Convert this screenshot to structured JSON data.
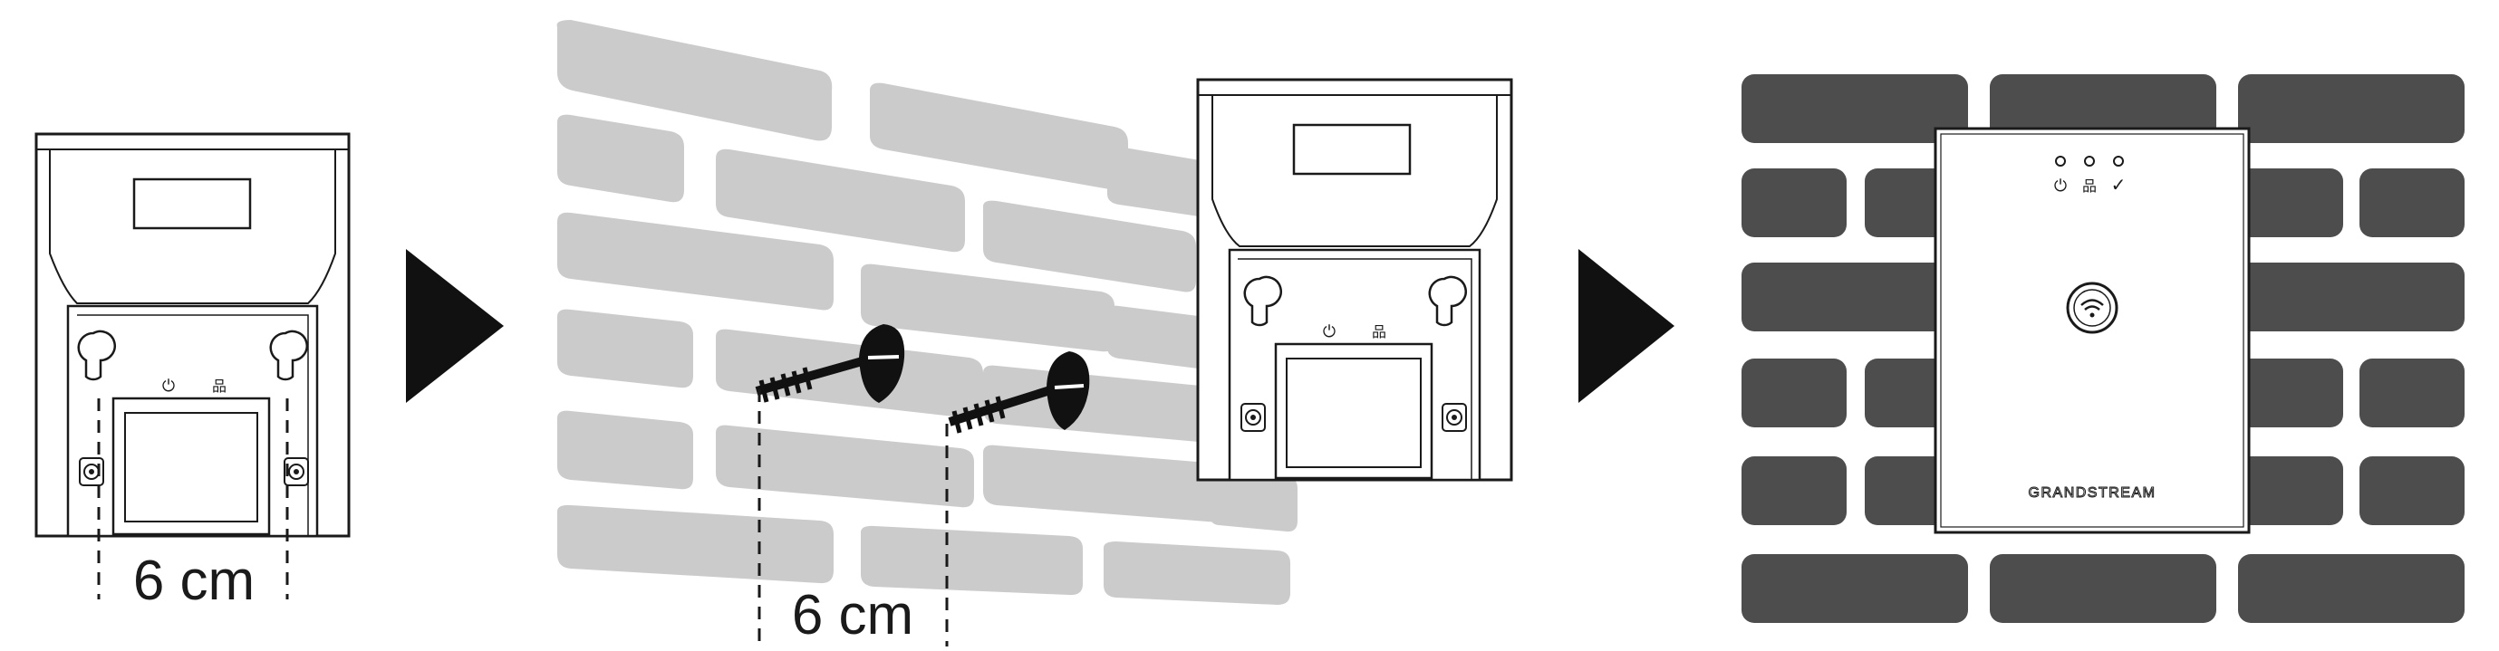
{
  "steps": [
    {
      "measurement": "6 cm"
    },
    {
      "measurement": "6 cm"
    }
  ],
  "device": {
    "brand": "GRANDSTREAM",
    "indicators": [
      "power-icon",
      "network-icon",
      "check-icon"
    ],
    "button_icon": "wifi-icon"
  },
  "colors": {
    "outline": "#1a1a1a",
    "wall_light": "#cbcbcb",
    "wall_dark": "#4d4d4d",
    "arrow": "#111111"
  }
}
